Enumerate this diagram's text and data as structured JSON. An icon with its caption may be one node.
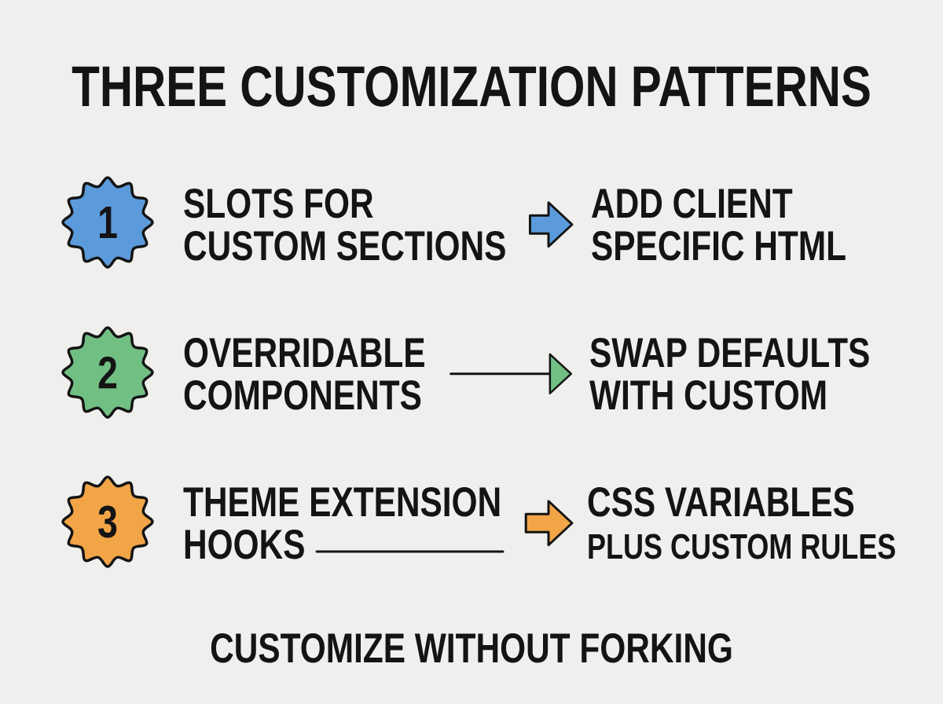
{
  "diagram": {
    "title": "THREE CUSTOMIZATION PATTERNS",
    "caption": "CUSTOMIZE WITHOUT FORKING",
    "nodes": [
      {
        "text": [
          "1"
        ]
      },
      {
        "text": [
          "SLOTS FOR CUSTOM SECTIONS"
        ]
      },
      {
        "text": [
          "ADD CLIENT SPECIFIC HTML"
        ]
      },
      {
        "text": [
          "2"
        ]
      },
      {
        "text": [
          "OVERRIDABLE COMPONENTS"
        ]
      },
      {
        "text": [
          "SWAP DEFAULTS WITH CUSTOM"
        ]
      },
      {
        "text": [
          "3"
        ]
      },
      {
        "text": [
          "THEME EXTENSION HOOKS"
        ]
      },
      {
        "text": [
          "CSS VARIABLES",
          "PLUS CUSTOM RULES"
        ]
      }
    ],
    "edges": [
      {
        "from": 1,
        "to": 2,
        "arrow": "to",
        "style": "thick",
        "color": "#5b9bdc"
      },
      {
        "from": 4,
        "to": 5,
        "arrow": "to"
      },
      {
        "from": 7,
        "to": 8,
        "arrow": "to",
        "style": "thick",
        "color": "#f2a547"
      }
    ]
  }
}
